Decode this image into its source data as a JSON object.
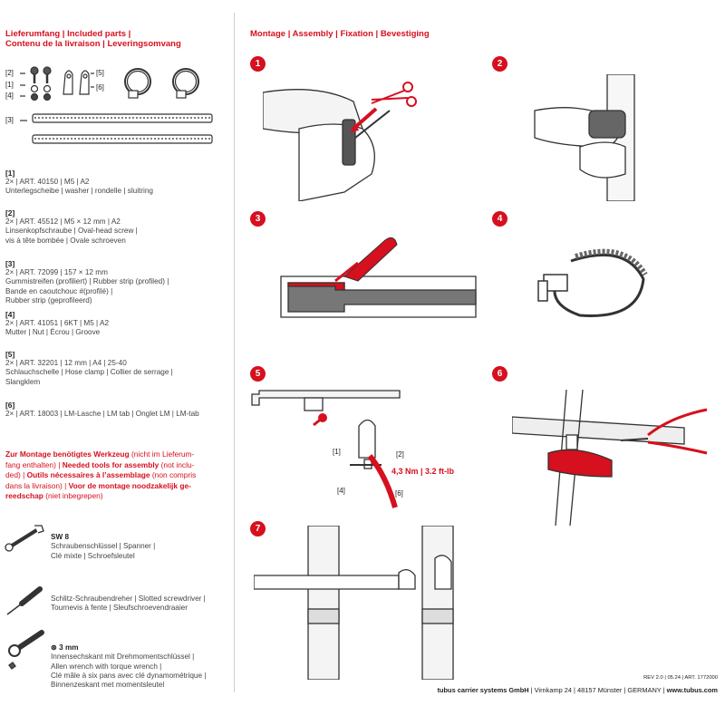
{
  "left": {
    "title_line1": "Lieferumfang | Included parts |",
    "title_line2": "Contenu de la livraison | Leveringsomvang",
    "part_markers": [
      "[2]",
      "[1]",
      "[4]",
      "[5]",
      "[6]",
      "[3]"
    ],
    "parts": [
      {
        "num": "[1]",
        "lines": [
          "2× | ART. 40150 | M5 | A2",
          "Unterlegscheibe | washer | rondelle | sluitring"
        ]
      },
      {
        "num": "[2]",
        "lines": [
          "2× | ART. 45512 | M5 × 12 mm | A2",
          "Linsenkopfschraube | Oval-head screw |",
          "vis à tête bombée | Ovale schroeven"
        ]
      },
      {
        "num": "[3]",
        "lines": [
          "2× | ART. 72099 | 157 × 12 mm",
          "Gummistreifen (profiliert) | Rubber strip (profiled) |",
          "Bande en caoutchouc #(profilé) |",
          "Rubber strip (geprofileerd)"
        ]
      },
      {
        "num": "[4]",
        "lines": [
          "2× | ART. 41051 | 6KT | M5 | A2",
          "Mutter | Nut | Écrou | Groove"
        ]
      },
      {
        "num": "[5]",
        "lines": [
          "2× | ART. 32201 | 12 mm | A4 | 25-40",
          "Schlauchschelle | Hose clamp | Collier de serrage |",
          "Slangklem"
        ]
      },
      {
        "num": "[6]",
        "lines": [
          "2× | ART. 18003 | LM-Lasche | LM tab | Onglet LM | LM-tab"
        ]
      }
    ],
    "tools_title": [
      {
        "t": "Zur Montage benötigtes Werkzeug",
        "b": true
      },
      {
        "t": " (nicht im Lieferum-",
        "b": false
      }
    ],
    "tools_intro_lines": [
      [
        {
          "t": "Zur Montage benötigtes Werkzeug",
          "b": true
        },
        {
          "t": " (nicht im Lieferum-",
          "b": false
        }
      ],
      [
        {
          "t": "fang enthalten) | ",
          "b": false
        },
        {
          "t": "Needed tools for assembly",
          "b": true
        },
        {
          "t": " (not inclu-",
          "b": false
        }
      ],
      [
        {
          "t": "ded) | ",
          "b": false
        },
        {
          "t": "Outils nécessaires à l’assemblage",
          "b": true
        },
        {
          "t": " (non compris",
          "b": false
        }
      ],
      [
        {
          "t": "dans la livraison) | ",
          "b": false
        },
        {
          "t": "Voor de montage noodzakelijk ge-",
          "b": true
        }
      ],
      [
        {
          "t": "reedschap",
          "b": true
        },
        {
          "t": " (niet inbegrepen)",
          "b": false
        }
      ]
    ],
    "tools": [
      {
        "title": "SW 8",
        "lines": [
          "Schraubenschlüssel | Spanner |",
          "Clé mixte | Schroefsleutel"
        ]
      },
      {
        "title": "",
        "lines": [
          "Schlitz-Schraubendreher | Slotted screwdriver |",
          "Tournevis à fente | Sleufschroevendraaier"
        ]
      },
      {
        "title": "⊛ 3 mm",
        "lines": [
          "Innensechskant mit Drehmomentschlüssel |",
          "Allen wrench with torque wrench |",
          "Clé mâle à six pans avec clé dynamométrique |",
          "Binnenzeskant met momentsleutel"
        ]
      }
    ]
  },
  "right": {
    "title": "Montage | Assembly | Fixation | Bevestiging",
    "steps": [
      "1",
      "2",
      "3",
      "4",
      "5",
      "6",
      "7"
    ],
    "step5_labels": {
      "l1": "[1]",
      "l2": "[2]",
      "l4": "[4]",
      "l6": "[6]",
      "torque": "4,3 Nm | 3.2 ft-lb"
    }
  },
  "footer": {
    "rev": "REV 2.0 | 05.24 | ART. 1772000",
    "company": "tubus carrier systems GmbH",
    "address": " | Virnkamp 24 | 48157 Münster | GERMANY | ",
    "web": "www.tubus.com"
  },
  "colors": {
    "accent": "#d6101e",
    "text": "#333333",
    "line": "#cfcfcf"
  }
}
